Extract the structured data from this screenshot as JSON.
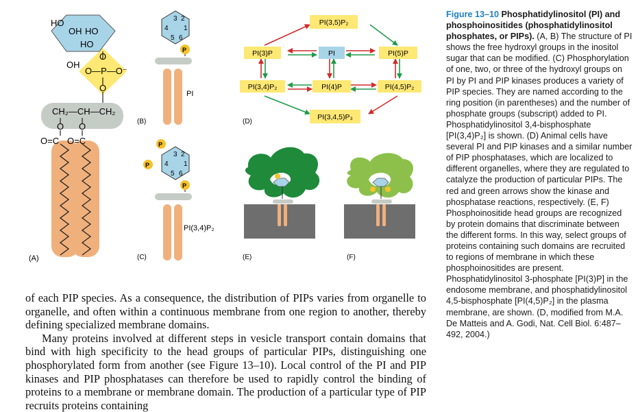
{
  "figure": {
    "panel_labels": {
      "a": "(A)",
      "b": "(B)",
      "c": "(C)",
      "d": "(D)",
      "e": "(E)",
      "f": "(F)"
    },
    "phosphate_symbol": "P",
    "ring_numbers": [
      "1",
      "2",
      "3",
      "4",
      "5",
      "6"
    ],
    "panel_a": {
      "hydroxyls": [
        "HO",
        "OH",
        "HO",
        "HO",
        "OH"
      ],
      "phosphate_center": "O—P—O⁻",
      "oxygen_top": "O",
      "oxygen_bottom": "O",
      "glycerol": "CH₂—CH—CH₂",
      "ester_oxygen_left": "O",
      "ester_oxygen_right": "O",
      "carbonyl_left": "O=C",
      "carbonyl_right": "O=C"
    },
    "panel_b_label": "PI",
    "panel_c_label": "PI(3,4)P₂",
    "species": {
      "pi": "PI",
      "pi3p": "PI(3)P",
      "pi5p": "PI(5)P",
      "pi4p": "PI(4)P",
      "pi34p2": "PI(3,4)P₂",
      "pi45p2": "PI(4,5)P₂",
      "pi35p2": "PI(3,5)P₂",
      "pi345p3": "PI(3,4,5)P₃"
    },
    "colors": {
      "inositol": "#a8d4e8",
      "phosphate": "#ffe873",
      "phosphate_ball": "#f6c12a",
      "glycerol": "#c5cbc5",
      "lipid_tail": "#f0b07c",
      "kinase_arrow": "#d22a2a",
      "phosphatase_arrow": "#1f9a4a",
      "species_box": "#ffe873",
      "pi_box": "#a8d4e8",
      "membrane": "#6e6e6e",
      "protein_dark": "#1e8a3a",
      "protein_light": "#8cc04a"
    }
  },
  "caption": {
    "figure_number": "Figure 13–10",
    "title": "Phosphatidylinositol (PI) and phosphoinositides (phosphatidylinositol phosphates, or PIPs).",
    "body": "(A, B) The structure of PI shows the free hydroxyl groups in the inositol sugar that can be modified. (C) Phosphorylation of one, two, or three of the hydroxyl groups on PI by PI and PIP kinases produces a variety of PIP species. They are named according to the ring position (in parentheses) and the number of phosphate groups (subscript) added to PI. Phosphatidylinositol 3,4-bisphosphate [PI(3,4)P₂] is shown. (D) Animal cells have several PI and PIP kinases and a similar number of PIP phosphatases, which are localized to different organelles, where they are regulated to catalyze the production of particular PIPs. The red and green arrows show the kinase and phosphatase reactions, respectively. (E, F) Phosphoinositide head groups are recognized by protein domains that discriminate between the different forms. In this way, select groups of proteins containing such domains are recruited to regions of membrane in which these phosphoinositides are present. Phosphatidylinositol 3-phosphate [PI(3)P] in the endosome membrane, and phosphatidylinositol 4,5-bisphosphate [PI(4,5)P₂] in the plasma membrane, are shown. (D, modified from M.A. De Matteis and A. Godi, Nat. Cell Biol. 6:487–492, 2004.)"
  },
  "body_text": {
    "para1": "of each PIP species. As a consequence, the distribution of PIPs varies from organelle to organelle, and often within a continuous membrane from one region to another, thereby defining specialized membrane domains.",
    "para2": "Many proteins involved at different steps in vesicle transport contain domains that bind with high specificity to the head groups of particular PIPs, distinguishing one phosphorylated form from another (see Figure 13–10). Local control of the PI and PIP kinases and PIP phosphatases can therefore be used to rapidly control the binding of proteins to a membrane or membrane domain. The production of a particular type of PIP recruits proteins containing"
  }
}
